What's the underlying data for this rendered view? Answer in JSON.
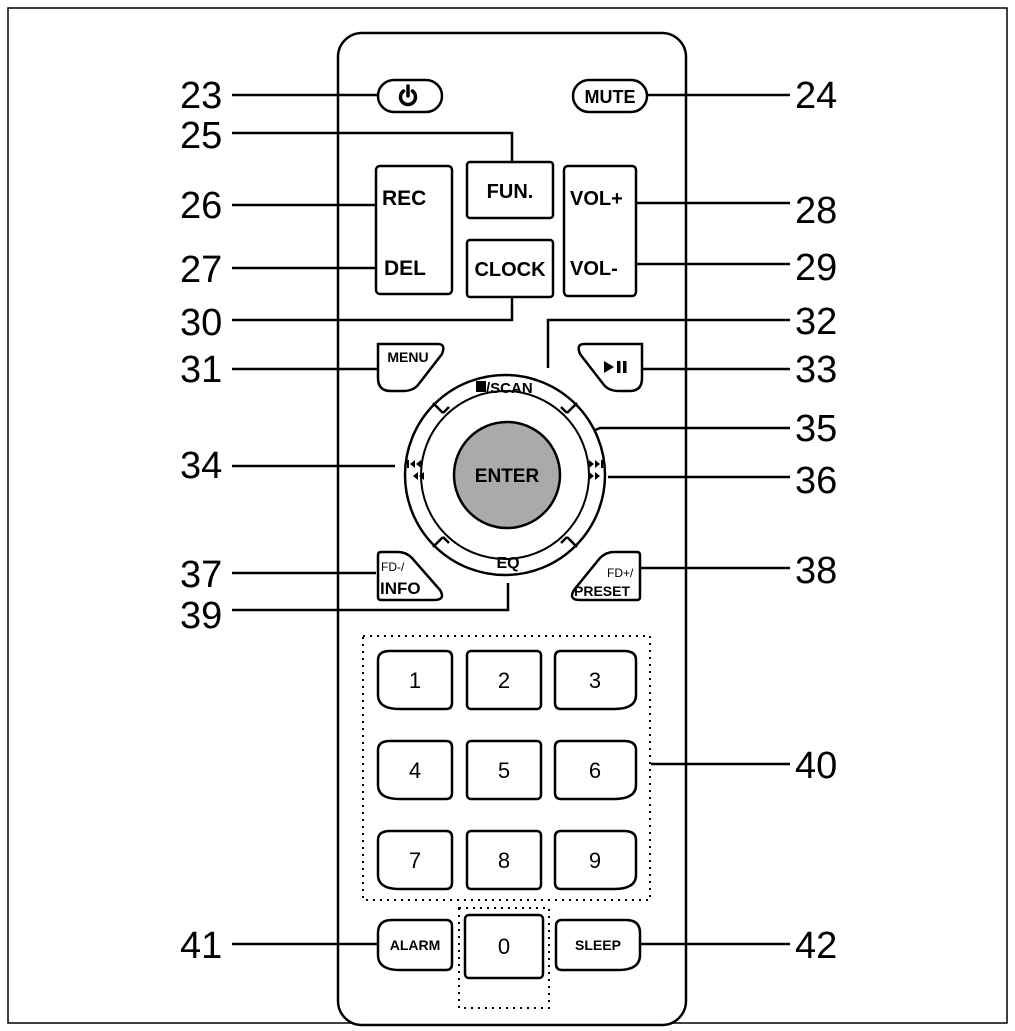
{
  "buttons": {
    "power": {
      "icon": "power-icon"
    },
    "mute": "MUTE",
    "fun": "FUN.",
    "rec": "REC",
    "del": "DEL",
    "clock": "CLOCK",
    "vol_up": "VOL+",
    "vol_down": "VOL-",
    "menu": "MENU",
    "play_pause": {
      "icon": "play-pause-icon"
    },
    "stop_scan": {
      "icon": "stop-icon",
      "label": "/SCAN"
    },
    "enter": "ENTER",
    "prev": {
      "icon": "skip-back-icon"
    },
    "next": {
      "icon": "skip-forward-icon"
    },
    "eq": "EQ",
    "fd_info": {
      "line1": "FD-/",
      "line2": "INFO"
    },
    "fd_preset": {
      "line1": "FD+/",
      "line2": "PRESET"
    },
    "digits": [
      "1",
      "2",
      "3",
      "4",
      "5",
      "6",
      "7",
      "8",
      "9"
    ],
    "zero": "0",
    "alarm": "ALARM",
    "sleep": "SLEEP"
  },
  "callouts": {
    "n23": "23",
    "n24": "24",
    "n25": "25",
    "n26": "26",
    "n27": "27",
    "n28": "28",
    "n29": "29",
    "n30": "30",
    "n31": "31",
    "n32": "32",
    "n33": "33",
    "n34": "34",
    "n35": "35",
    "n36": "36",
    "n37": "37",
    "n38": "38",
    "n39": "39",
    "n40": "40",
    "n41": "41",
    "n42": "42"
  },
  "colors": {
    "enter_fill": "#aaaaaa",
    "line": "#000000",
    "background": "#ffffff"
  }
}
